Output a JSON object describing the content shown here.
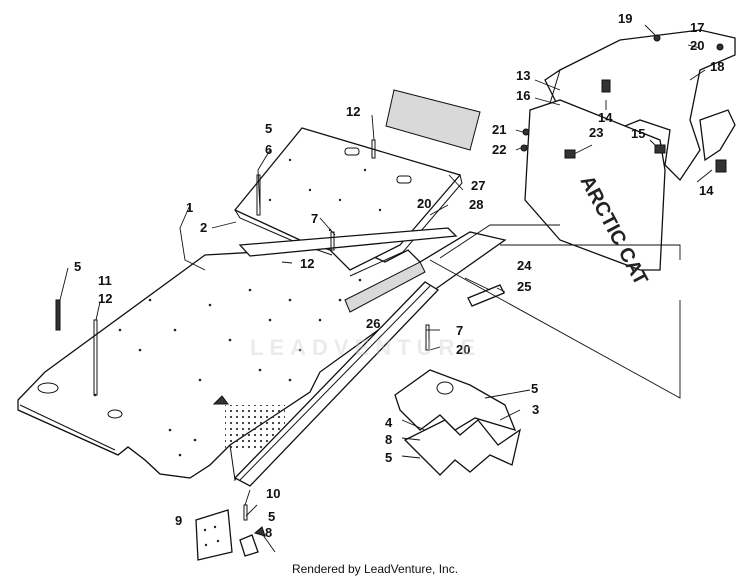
{
  "diagram": {
    "footer": "Rendered by LeadVenture, Inc.",
    "watermark": "LEADVENTURE",
    "bumper_lettering": "ARCTIC CAT",
    "callouts": [
      "1",
      "2",
      "3",
      "4",
      "5",
      "5",
      "5",
      "5",
      "5",
      "6",
      "7",
      "7",
      "8",
      "8",
      "9",
      "10",
      "11",
      "12",
      "12",
      "12",
      "13",
      "14",
      "14",
      "15",
      "16",
      "17",
      "18",
      "19",
      "20",
      "20",
      "20",
      "21",
      "22",
      "23",
      "24",
      "25",
      "26",
      "27",
      "28"
    ]
  }
}
